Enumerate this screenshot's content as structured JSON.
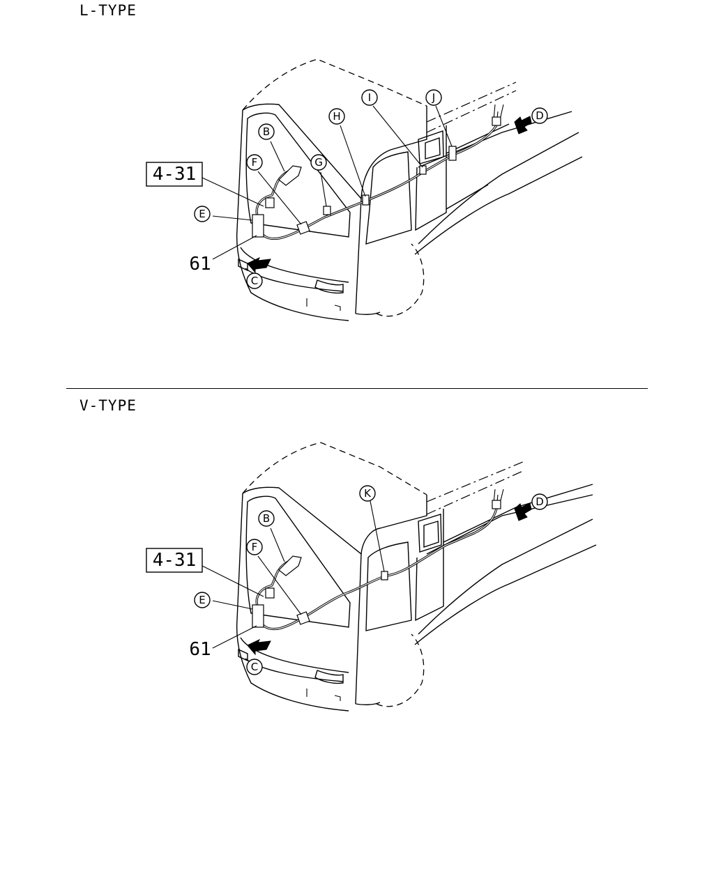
{
  "sections": [
    {
      "title": "L-TYPE",
      "reference_box": "4-31",
      "part_number": "61",
      "callouts": [
        "B",
        "F",
        "G",
        "E",
        "C",
        "H",
        "I",
        "J",
        "D"
      ]
    },
    {
      "title": "V-TYPE",
      "reference_box": "4-31",
      "part_number": "61",
      "callouts": [
        "B",
        "F",
        "E",
        "C",
        "K",
        "D"
      ]
    }
  ]
}
